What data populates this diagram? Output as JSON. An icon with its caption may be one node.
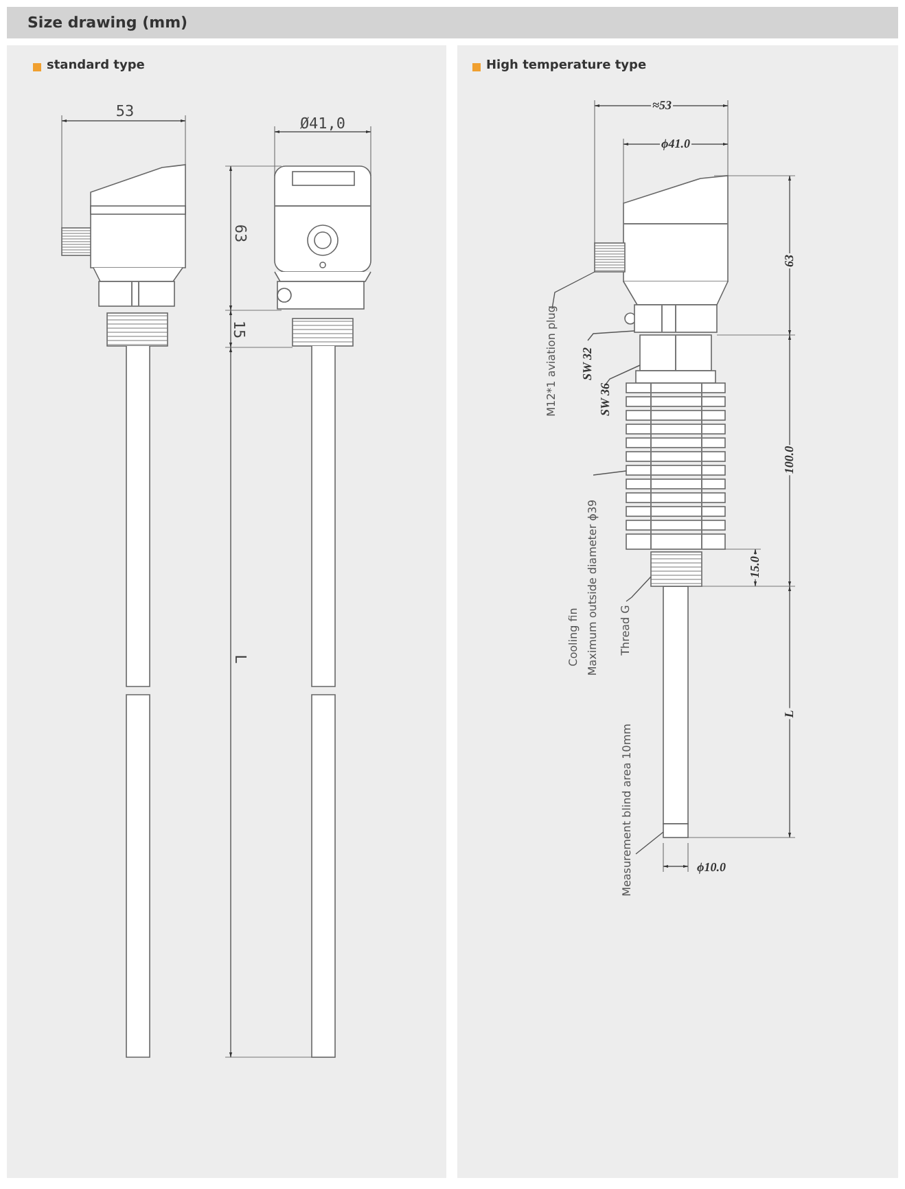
{
  "diagram": {
    "title": "Size drawing (mm)",
    "nodes": [
      {
        "text": [
          "standard type"
        ]
      },
      {
        "text": [
          "High temperature type"
        ]
      },
      {
        "text": [
          "M12*1 aviation plug"
        ],
        "in": 1
      },
      {
        "text": [
          "SW 32"
        ],
        "in": 1
      },
      {
        "text": [
          "SW 36"
        ],
        "in": 1
      },
      {
        "text": [
          "Cooling fin",
          "Maximum outside diameter ϕ39"
        ],
        "in": 1
      },
      {
        "text": [
          "Thread G"
        ],
        "in": 1
      },
      {
        "text": [
          "Measurement blind area 10mm"
        ],
        "in": 1
      },
      {
        "text": [],
        "shape": "picture",
        "in": 1
      },
      {
        "text": [],
        "shape": "picture",
        "in": 1
      },
      {
        "text": [],
        "shape": "picture",
        "in": 1
      },
      {
        "text": [],
        "shape": "picture",
        "in": 1
      },
      {
        "text": [],
        "shape": "picture",
        "in": 1
      },
      {
        "text": [],
        "shape": "picture",
        "in": 1
      }
    ],
    "edges": [
      {
        "from": 2,
        "to": 8,
        "arrow": "none"
      },
      {
        "from": 3,
        "to": 9,
        "arrow": "none"
      },
      {
        "from": 4,
        "to": 10,
        "arrow": "none"
      },
      {
        "from": 5,
        "to": 11,
        "arrow": "none"
      },
      {
        "from": 6,
        "to": 12,
        "arrow": "none"
      },
      {
        "from": 7,
        "to": 13,
        "arrow": "none"
      }
    ],
    "labels": [
      "53",
      "Ø41,0",
      "63",
      "15",
      "L",
      "≈53",
      "ϕ41.0",
      "63",
      "100.0",
      "15.0",
      "L",
      "ϕ10.0"
    ]
  }
}
